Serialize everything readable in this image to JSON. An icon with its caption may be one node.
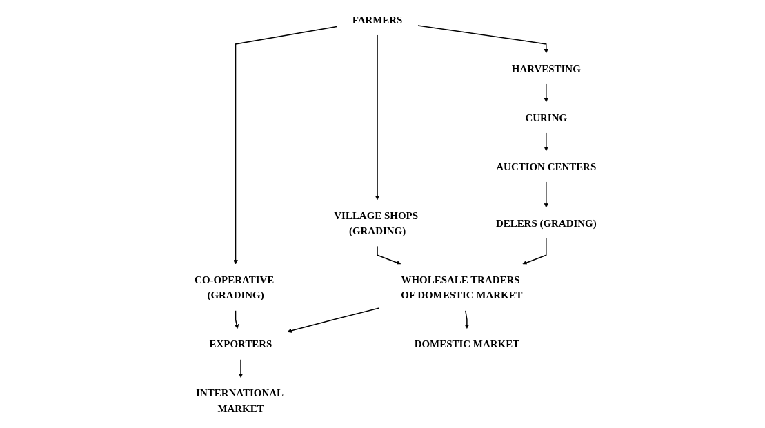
{
  "diagram": {
    "nodes": [
      {
        "text": [
          "FARMERS"
        ]
      },
      {
        "text": [
          "HARVESTING"
        ]
      },
      {
        "text": [
          "CURING"
        ]
      },
      {
        "text": [
          "VILLAGE SHOPS (GRADING)"
        ]
      },
      {
        "text": [
          "AUCTION CENTERS"
        ]
      },
      {
        "text": [
          "CO-OPERATIVE (GRADING)"
        ]
      },
      {
        "text": [
          "DELERS (GRADING)"
        ]
      },
      {
        "text": [
          "WHOLESALE TRADERS OF DOMESTIC MARKET"
        ]
      },
      {
        "text": [
          "EXPORTERS"
        ]
      },
      {
        "text": [
          "DOMESTIC MARKET"
        ]
      },
      {
        "text": [
          "INTERNATIONAL MARKET"
        ]
      }
    ],
    "edges": [
      {
        "from": 0,
        "to": 1,
        "arrow": "to"
      },
      {
        "from": 0,
        "to": 3,
        "arrow": "to"
      },
      {
        "from": 0,
        "to": 5,
        "arrow": "to"
      },
      {
        "from": 1,
        "to": 2,
        "arrow": "to"
      },
      {
        "from": 2,
        "to": 4,
        "arrow": "to"
      },
      {
        "from": 4,
        "to": 6,
        "arrow": "to"
      },
      {
        "from": 3,
        "to": 7,
        "arrow": "to"
      },
      {
        "from": 6,
        "to": 7,
        "arrow": "to"
      },
      {
        "from": 5,
        "to": 8,
        "arrow": "to"
      },
      {
        "from": 7,
        "to": 8,
        "arrow": "to"
      },
      {
        "from": 7,
        "to": 9,
        "arrow": "to"
      },
      {
        "from": 8,
        "to": 10,
        "arrow": "to"
      }
    ]
  }
}
